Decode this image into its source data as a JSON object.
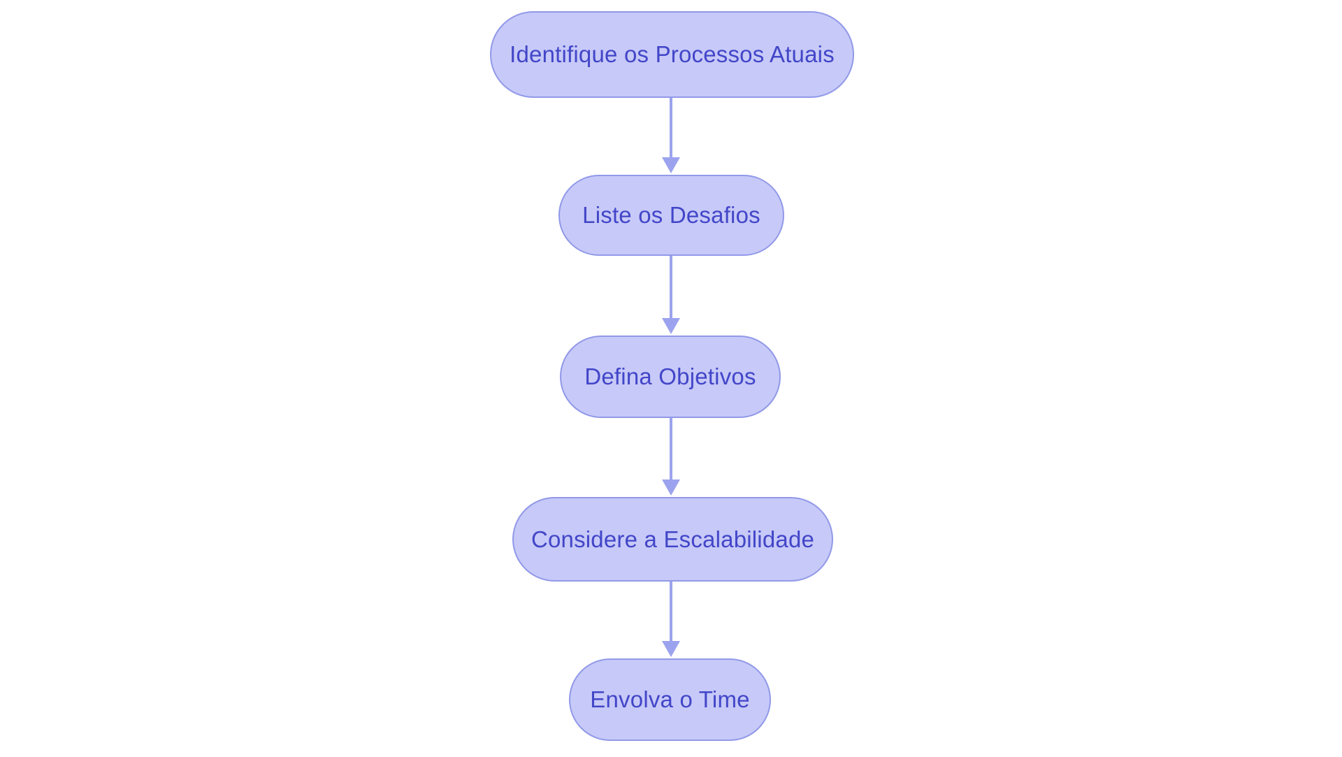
{
  "diagram": {
    "type": "flowchart",
    "direction": "top-down",
    "nodes": [
      {
        "id": "n1",
        "label": "Identifique os Processos Atuais"
      },
      {
        "id": "n2",
        "label": "Liste os Desafios"
      },
      {
        "id": "n3",
        "label": "Defina Objetivos"
      },
      {
        "id": "n4",
        "label": "Considere a Escalabilidade"
      },
      {
        "id": "n5",
        "label": "Envolva o Time"
      }
    ],
    "edges": [
      {
        "from": "n1",
        "to": "n2"
      },
      {
        "from": "n2",
        "to": "n3"
      },
      {
        "from": "n3",
        "to": "n4"
      },
      {
        "from": "n4",
        "to": "n5"
      }
    ],
    "colors": {
      "background": "#ffffff",
      "node_fill": "#c7c9f8",
      "node_border": "#9199e8",
      "arrow": "#9ca3ee",
      "text": "#4246c8"
    }
  }
}
